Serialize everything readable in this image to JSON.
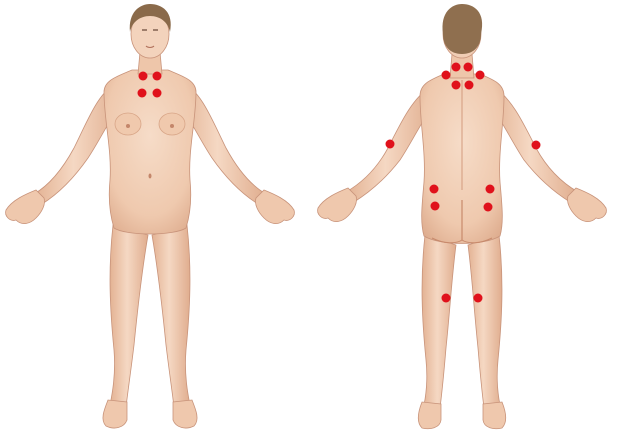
{
  "figures": [
    {
      "view": "front",
      "point_count": 4
    },
    {
      "view": "back",
      "point_count": 14
    }
  ],
  "colors": {
    "background": "#ffffff",
    "skin": "#f1cdb4",
    "skin_shadow": "#d9a88a",
    "hair_front": "#8a6a4a",
    "hair_back": "#8f6f4f",
    "tender_point": "#e0111b"
  }
}
